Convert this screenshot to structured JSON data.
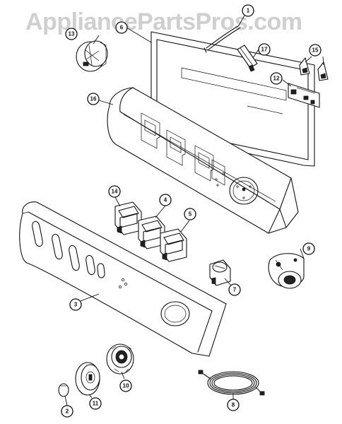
{
  "watermark": "AppliancePartsPros.com",
  "callouts": [
    {
      "num": "1"
    },
    {
      "num": "2"
    },
    {
      "num": "3"
    },
    {
      "num": "4"
    },
    {
      "num": "5"
    },
    {
      "num": "6"
    },
    {
      "num": "7"
    },
    {
      "num": "8"
    },
    {
      "num": "9"
    },
    {
      "num": "10"
    },
    {
      "num": "11"
    },
    {
      "num": "12"
    },
    {
      "num": "13"
    },
    {
      "num": "14"
    },
    {
      "num": "15"
    },
    {
      "num": "16"
    },
    {
      "num": "17"
    }
  ]
}
